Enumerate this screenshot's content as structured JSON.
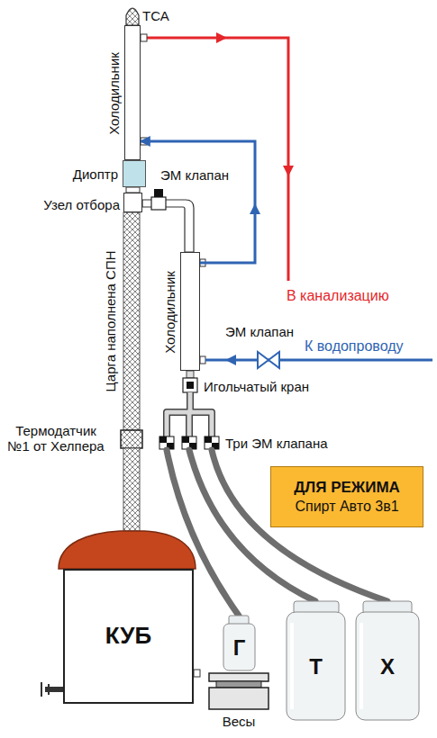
{
  "diagram": {
    "nodes": [
      {
        "text": [
          "Холодильник"
        ]
      },
      {
        "text": [
          "Диоптр"
        ]
      },
      {
        "text": [
          "Узел отбора"
        ]
      },
      {
        "text": [
          "Царга наполнена СПН"
        ]
      },
      {
        "text": [
          "Термодатчик №1 от Хелпера"
        ]
      },
      {
        "text": [
          "КУБ"
        ]
      },
      {
        "text": [
          "Холодильник"
        ]
      },
      {
        "text": [
          "ДЛЯ РЕЖИМА",
          "Спирт Авто 3в1"
        ]
      },
      {
        "text": [
          "Г"
        ]
      },
      {
        "text": [
          "Т"
        ]
      },
      {
        "text": [
          "Х"
        ]
      },
      {
        "text": [
          "Весы"
        ]
      }
    ],
    "edges": [
      {
        "from": 6,
        "to": 0,
        "arrow": "to"
      }
    ],
    "labels": [
      "ТСА",
      "ЭМ клапан",
      "В канализацию",
      "ЭМ клапан",
      "К водопроводу",
      "Игольчатый кран",
      "Три ЭМ клапана"
    ]
  }
}
